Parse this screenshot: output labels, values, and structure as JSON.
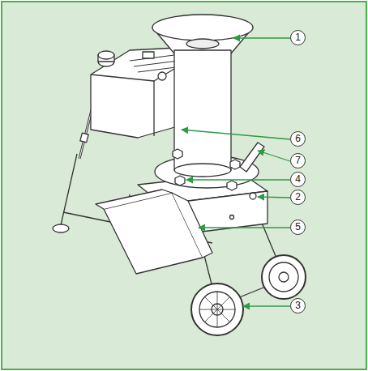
{
  "diagram": {
    "labels": [
      "1",
      "6",
      "7",
      "4",
      "2",
      "5",
      "3"
    ]
  }
}
